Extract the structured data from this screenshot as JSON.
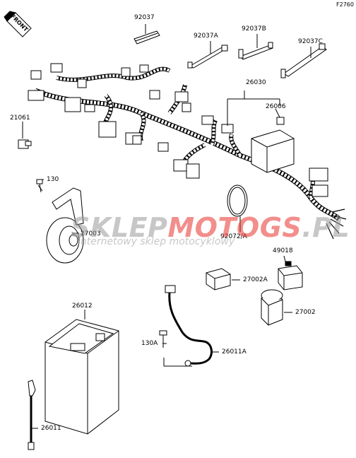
{
  "figure_code": "F2760",
  "front_arrow_label": "FRONT",
  "parts": {
    "p92037": "92037",
    "p92037A": "92037A",
    "p92037B": "92037B",
    "p92037C": "92037C",
    "p26030": "26030",
    "p26006": "26006",
    "p21061": "21061",
    "p130": "130",
    "p27003": "27003",
    "p92072A": "92072/A",
    "p49018": "49018",
    "p27002A": "27002A",
    "p27002": "27002",
    "p26012": "26012",
    "p130A": "130A",
    "p26011A": "26011A",
    "p26011": "26011"
  },
  "watermark": {
    "part1": "SKLEP",
    "part2": "MOTO",
    "part3": "GS",
    "part4": ".PL",
    "tagline": "internetowy sklep motocyklowy",
    "color_gray": "#9a9a9a",
    "color_red": "#e8322e"
  }
}
